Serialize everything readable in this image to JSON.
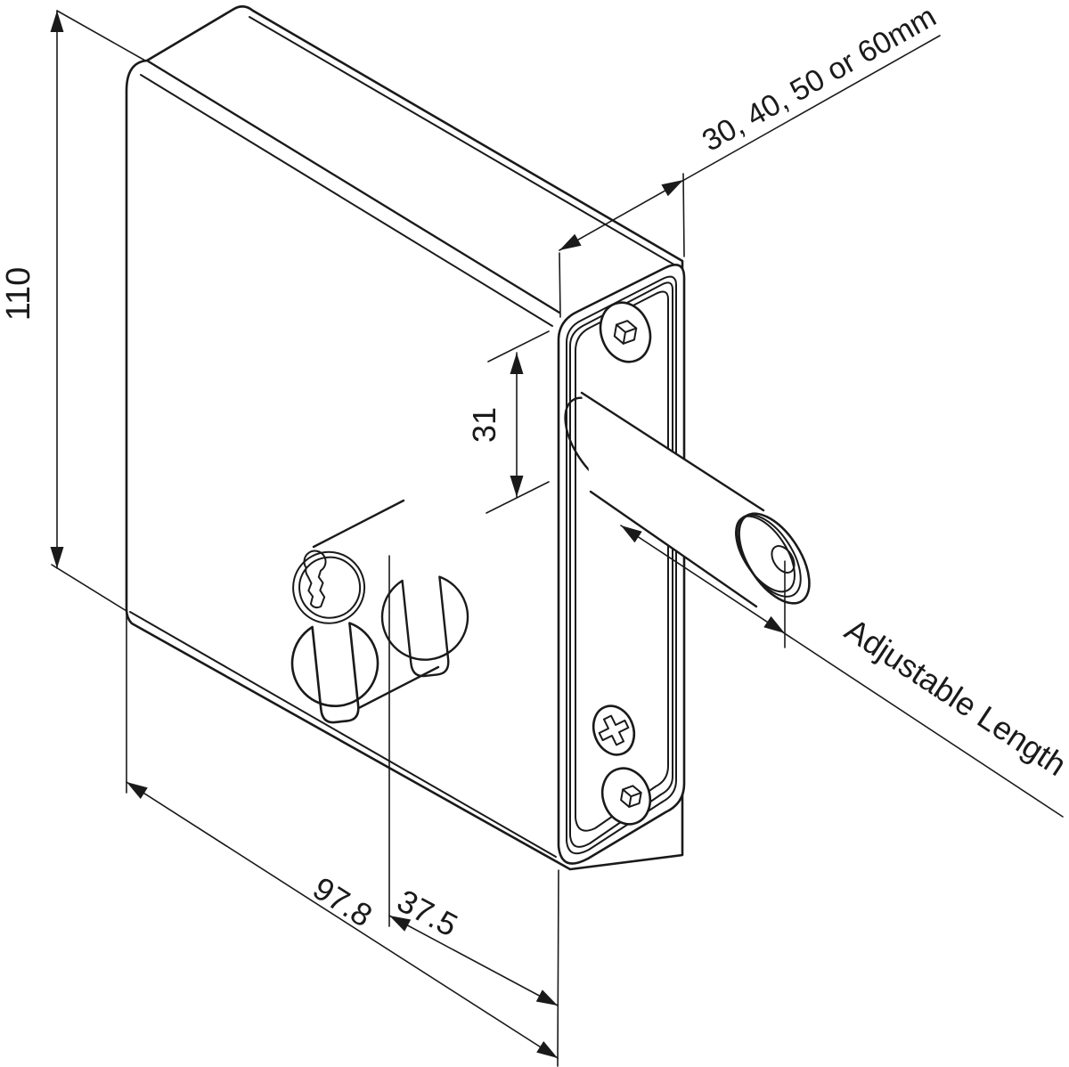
{
  "drawing": {
    "labels": {
      "height": "110",
      "bolt_centre": "31",
      "frame_size_options": "30, 40, 50 or 60mm",
      "body_width": "97.8",
      "cylinder_backset": "37.5",
      "bolt_length": "Adjustable Length"
    },
    "colors": {
      "line": "#1a1a1a",
      "background": "#ffffff"
    }
  }
}
